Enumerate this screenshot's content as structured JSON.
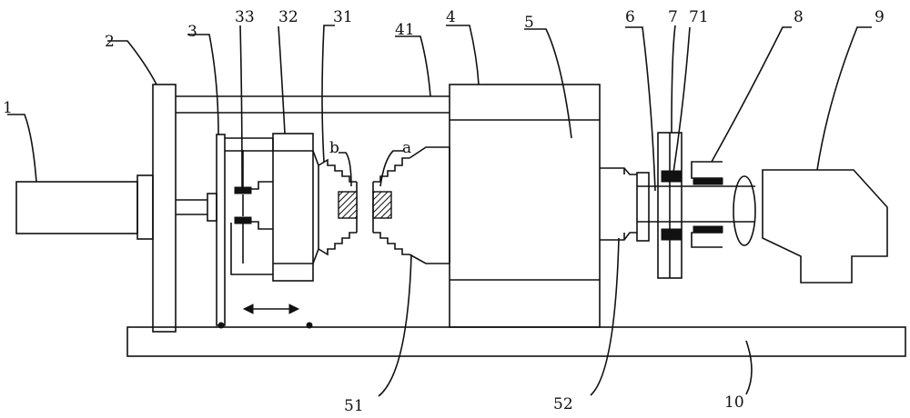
{
  "labels": {
    "l1": "1",
    "l2": "2",
    "l3": "3",
    "l33": "33",
    "l32": "32",
    "l31": "31",
    "l41": "41",
    "l4": "4",
    "l5": "5",
    "l6": "6",
    "l7": "7",
    "l71": "71",
    "l8": "8",
    "l9": "9",
    "la": "a",
    "lb": "b",
    "l51": "51",
    "l52": "52",
    "l10": "10"
  },
  "colors": {
    "line": "#111111",
    "background": "#ffffff"
  }
}
